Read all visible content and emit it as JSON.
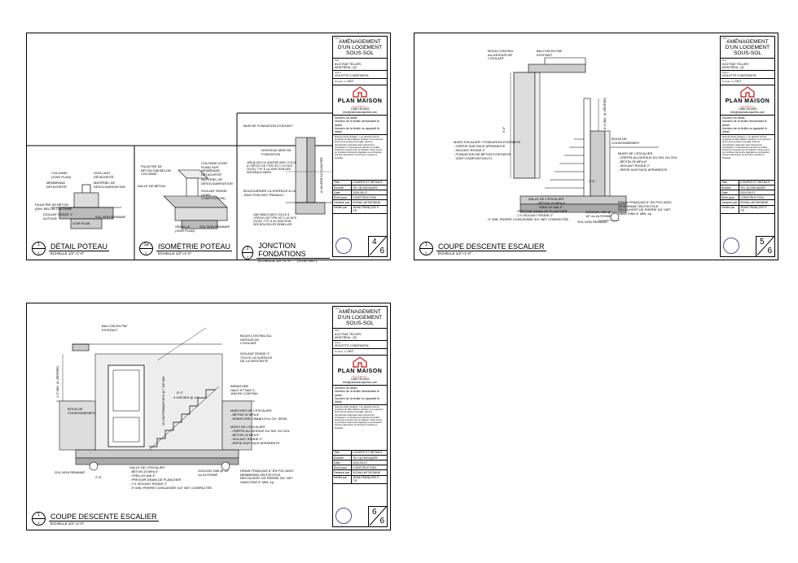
{
  "title_block": {
    "project_label": "Titre",
    "project_title": "AMÉNAGEMENT D'UN LOGEMENT SOUS-SOL",
    "address_label": "Site",
    "address_line1": "6122 RUE TELLIER,",
    "address_line2": "MONTRÉAL, QC",
    "client_label": "Client",
    "client": "VIOLETTE CONSTANTIN",
    "dossier_label": "Dossier no",
    "dossier": "2407",
    "logo_word": "PLAN MAISON",
    "logo_sub": "QUÉBEC",
    "phone": "1-888-745-6693",
    "email": "info@planmaisonquebec.com",
    "legend": [
      "Numéro du détail",
      "Numéro de la feuille demandant le détail",
      "Numéro de la feuille où apparaît le détail"
    ],
    "notes": "Note de droits d'auteur : Les dessins sont la propriété de Plan Maison Québec et ne peuvent servir qu'au présent ouvrage. Aucune reproduction autorisée sans l'accord du concepteur. L'entrepreneur doit lire et vérifier toutes les mesures sur le chantier. Toute erreur ou omission devra être signalée au concepteur. Aucune dimension ne doit être mesurée à l'échelle.",
    "rows": [
      {
        "k": "Titre",
        "v": "COUPES ET DÉTAILS"
      },
      {
        "k": "Échelle",
        "v": "TEL QU'INDIQUÉE"
      },
      {
        "k": "Date",
        "v": "2024-05-07"
      },
      {
        "k": "Émis pour",
        "v": "CONSTRUCTION"
      },
      {
        "k": "Dessiné par",
        "v": "SONIA LAFONTAINE"
      },
      {
        "k": "Vérifié par",
        "v": "JEAN-FRANÇOIS P. - T.P."
      }
    ]
  },
  "sheets": [
    {
      "page": "4",
      "total": "6",
      "details": [
        {
          "num": "1",
          "sheet": "4",
          "title": "DÉTAIL POTEAU",
          "scale": "ÉCHELLE 1/2\"=1'-0\"",
          "extra": ""
        },
        {
          "num": "1a",
          "sheet": "4",
          "title": "ISOMÉTRIE POTEAU",
          "scale": "ÉCHELLE 1/2\"=1'-0\"",
          "extra": ""
        },
        {
          "num": "2",
          "sheet": "4",
          "title": "JONCTION FONDATIONS",
          "scale": "ÉCHELLE 1/2\"=1'-0\"",
          "extra": "(VOIR ING.)"
        }
      ],
      "labels": {
        "colonne": "COLONNE (VOIR PLAN)",
        "scellant": "SCELLANT DÉTACHÉITÉ",
        "membrane": "MEMBRANE DÉTACHÉITÉ",
        "materiel": "MATÉRIEL DE DÉSOLIDARISATION",
        "pilastre": "PILASTRE DE BÉTON (DIM. BELON COLONNE",
        "isolant": "ISOLANT RIGIDE 1\" AUTOUR",
        "gsol": "SOL NON REMANIÉ",
        "gvoir": "VOIR PLAN",
        "iso_pil": "PILASTRE DE BÉTON DIM BELON COLONNE",
        "iso_col": "COLONNE (VOIR PLAN) SUR MEMBRANE DÉTACHÉITÉ",
        "iso_mat": "MATÉRIEL DE DÉSOLIDARISATION",
        "iso_dalle": "DALLE DE BÉTON",
        "iso_isol": "ISOLANT RIGIDE (VOIR COMPOSITION)",
        "iso_semelle": "SEMELLE (VOIR PLAN)",
        "iso_sol": "SOL NON REMANIÉ",
        "j_mur": "MUR DE FONDATION EXISTANT",
        "j_nouveau": "NOUVEAU MUR DE FONDATION",
        "j_armature": "15M @ 600 C/C ANCRÉS AVEC COLLE À L'ÉPOXY DE TYPE HIT C-10 HILTI OU ÉQ. TYP. À LA JONCTION DES NOUVEAUX MURS",
        "j_bouchard": "BOUCHARDER LA SURFACE À LA JONCTION DES TRAVAUX",
        "j_15m": "15M XBSILS AVEC COLLE À L'ÉPOXY DE TYPE HIT C-10 HILTI OU ÉQ. TYP. À LA JONCTION DES NOUVELLES SEMELLES",
        "j_vert": "À VALIDER AU CHANTIER"
      }
    },
    {
      "page": "5",
      "total": "6",
      "details": [
        {
          "num": "1",
          "sheet": "5",
          "title": "COUPE DESCENTE ESCALIER",
          "scale": "ÉCHELLE 1/2\"=1'-0\"",
          "extra": ""
        }
      ],
      "labels": {
        "boisin": "BOLIN CONTINU AU-DESSUS DE L'ISOLANT",
        "balcon": "BALCON EN PAF EXISTANT",
        "dim1": "6'-0\"",
        "dim2": "8'-0\" MIN. (À VÉRIFIER)",
        "murs": "MURS ESCALIER / FONDATION EXISTANTE",
        "murs1": "- CRÉPIS SUR FACE APPARENTE",
        "murs2": "- ISOLANT RIGIDE 2\"",
        "murs3": "- FONDATION DE BÉTON EXISTANTE",
        "murs4": "- VOIR COMPOSITION F1",
        "boisin2": "BOLIN DE COURONNEMENT",
        "mursd": "MURS DE L'ESCALIER",
        "mursd1": "- CRÉPIS AU-DESSUS DU NIV. DU SOL",
        "mursd2": "- BÉTON 25 MPa 8\"",
        "mursd3": "- ISOLANT RIGIDE 2\"",
        "mursd4": "- RÉPIS SUR FACE APPARENTE",
        "dalle": "DALLE DE L'ESCALIER",
        "dalle1": "- BÉTON 25 MPa 4\"",
        "dalle2": "- TREILLIS 6x6 4\"",
        "dalle3": "- PRÉVOIR DRAIN DE PLANCHER",
        "dalle4": "- 2 X ISOLANT RIGIDE 2\"",
        "dalle5": "- 5\" MIN. PIERRE CONCASSÉE 3/4\" NET COMPACTÉE",
        "goujon": "GOUJON 15M @ 18\" c/c ALTERNÉ",
        "drain": "DRAIN FRANÇAIS 6\" EN PVC AVEC MEMBRANE GÉOTEXTILE, RECOUVERT DE PIERRE 3/4\" NET SANS FINE 6\" MIN. ép.",
        "sol": "SOL NON REMANIÉ",
        "dim3": "2'-6\""
      }
    },
    {
      "page": "6",
      "total": "6",
      "details": [
        {
          "num": "1",
          "sheet": "6",
          "title": "COUPE DESCENTE ESCALIER",
          "scale": "ÉCHELLE 1/2\"=1'-0\"",
          "extra": ""
        }
      ],
      "labels": {
        "balcon": "BALCON EN PAF EXISTANT",
        "boisin": "BOLIN CONTINU AU-DESSUS DE L'ISOLANT",
        "isolant": "ISOLANT RIGIDE 2\" TOUTE LA SURFACE DE LA DESCENTE",
        "armature": "ARMATURE HAUT ET BAS 2-15M EN CONTINU",
        "marches": "MARCHES DE L'ESCALIER",
        "marches1": "- BÉTON 30 MPa 8\"",
        "marches2": "- ARMATURE: 15M@12\"c/c CH. SENS",
        "murs": "MURS DE L'ESCALIER",
        "murs1": "- CRÉPIS AU-DESSUS DU NIV. DU SOL",
        "murs2": "- BÉTON 25 MPa 8\"",
        "murs3": "- ISOLANT RIGIDE 2\"",
        "murs4": "- RÉPIS SUR FACE APPARENTE",
        "dalle": "DALLE DE L'ESCALIER",
        "dalle1": "- BÉTON 25 MPa 4\"",
        "dalle2": "- TREILLIS 6x6 4\"",
        "dalle3": "- PRÉVOIR DRAIN DE PLANCHER",
        "dalle4": "- 2 X ISOLANT RIGIDE 2\"",
        "dalle5": "- 5\" MIN. PIERRE CONCASSÉE 3/4\" NET COMPACTÉE",
        "goujon": "GOUJON 15M @ 18\" c/c ALTERNÉ",
        "drain": "DRAIN FRANÇAIS 6\" EN PVC AVEC MEMBRANE GÉOTEXTILE, RECOUVERT DE PIERRE 3/4\" NET SANS FINE 6\" MIN. ép.",
        "sol": "SOL NON REMANIÉ",
        "boisin2": "BOLIN DE COURONNEMENT",
        "dimv": "4'-0\" MIN. (À VÉRIFIER)",
        "dim2": "2'-6\"",
        "dim3": "6'-0\"",
        "dimg": "10 CONTREMARCHES @ 7 5/8\" MIN",
        "dimh": "9 GIRONS @ 10\""
      }
    }
  ]
}
